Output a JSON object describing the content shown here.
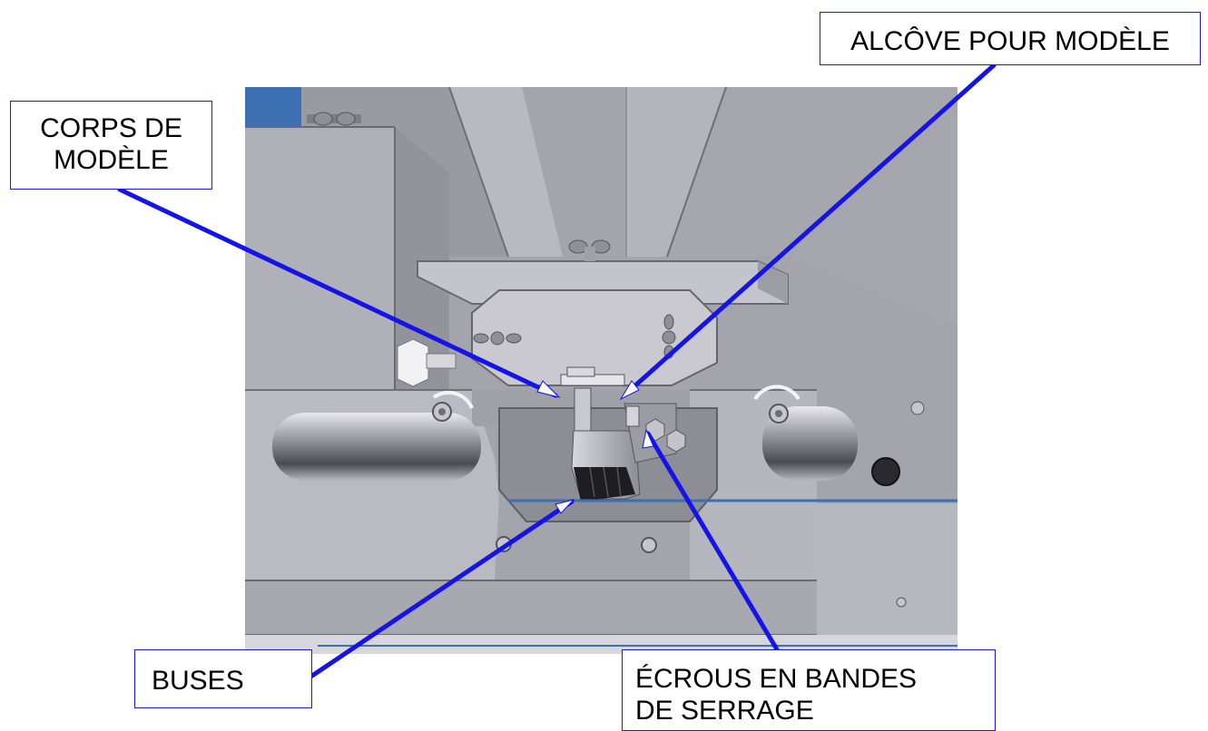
{
  "labels": {
    "corps": "CORPS DE\nMODÈLE",
    "alcove": "ALCÔVE POUR MODÈLE",
    "buses": "BUSES",
    "ecrous": "ÉCROUS EN BANDES\nDE SERRAGE"
  },
  "colors": {
    "leader": "#1414e8",
    "photo_bg": "#9e9ea6",
    "metal_light": "#c6c6cc",
    "metal_mid": "#a9a9b1",
    "metal_dark": "#6f6f78",
    "accent_blue": "#3d6fb3"
  }
}
